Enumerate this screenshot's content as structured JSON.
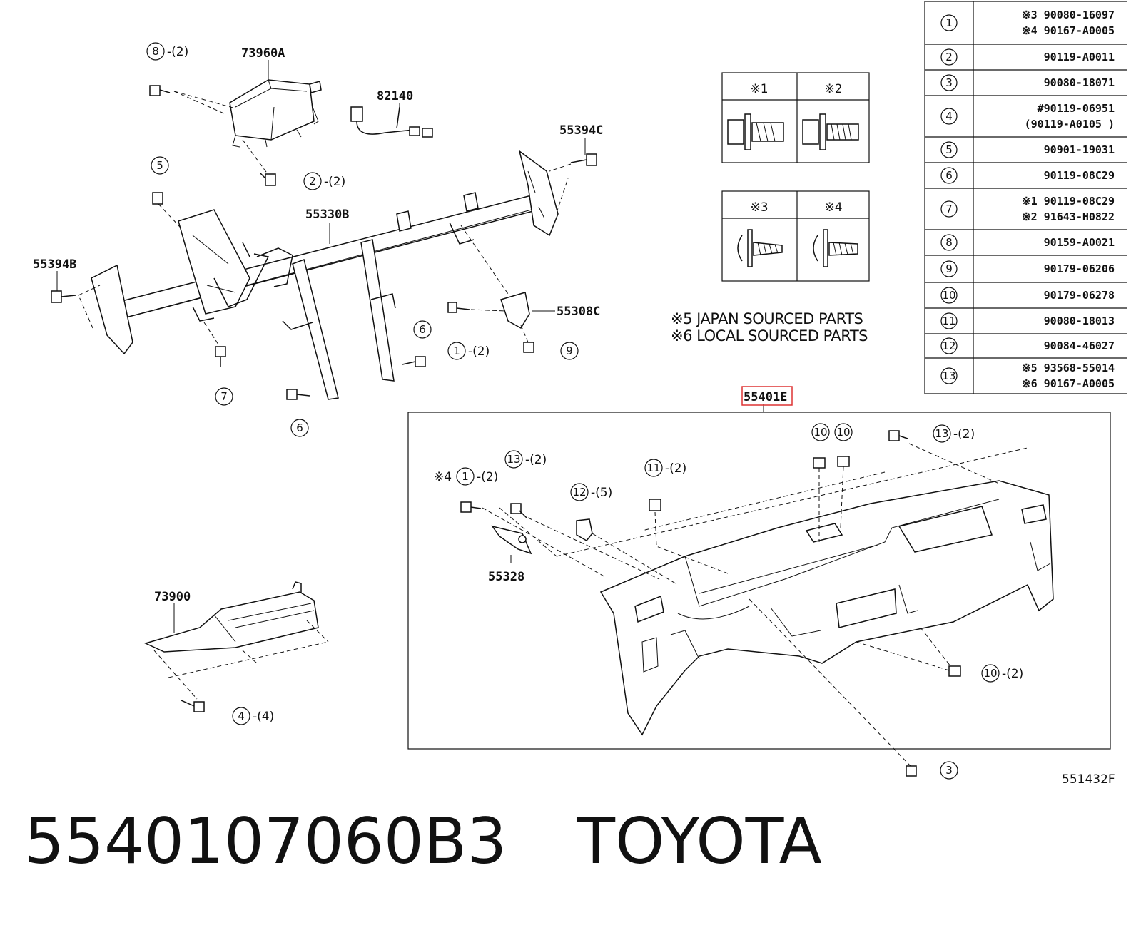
{
  "title": {
    "part_number": "5540107060B3",
    "brand": "TOYOTA"
  },
  "diagram": {
    "figure_code": "551432F",
    "highlight_label": "55401E",
    "part_labels": {
      "p73960A": "73960A",
      "p82140": "82140",
      "p55394C": "55394C",
      "p55330B": "55330B",
      "p55394B": "55394B",
      "p55308C": "55308C",
      "p55328": "55328",
      "p73900": "73900"
    },
    "callouts": [
      {
        "id": "c8",
        "num": "8",
        "qty": "-(2)"
      },
      {
        "id": "c2",
        "num": "2",
        "qty": "-(2)"
      },
      {
        "id": "c5",
        "num": "5",
        "qty": ""
      },
      {
        "id": "c7",
        "num": "7",
        "qty": ""
      },
      {
        "id": "c6a",
        "num": "6",
        "qty": ""
      },
      {
        "id": "c6b",
        "num": "6",
        "qty": ""
      },
      {
        "id": "c1a",
        "num": "1",
        "qty": "-(2)"
      },
      {
        "id": "c9",
        "num": "9",
        "qty": ""
      },
      {
        "id": "c1b",
        "num": "1",
        "qty": "-(2)",
        "prefix": "※4"
      },
      {
        "id": "c13a",
        "num": "13",
        "qty": "-(2)"
      },
      {
        "id": "c12",
        "num": "12",
        "qty": "-(5)"
      },
      {
        "id": "c11",
        "num": "11",
        "qty": "-(2)"
      },
      {
        "id": "c10a",
        "num": "10",
        "qty": ""
      },
      {
        "id": "c10b",
        "num": "10",
        "qty": ""
      },
      {
        "id": "c13b",
        "num": "13",
        "qty": "-(2)"
      },
      {
        "id": "c10c",
        "num": "10",
        "qty": "-(2)"
      },
      {
        "id": "c4",
        "num": "4",
        "qty": "-(4)"
      },
      {
        "id": "c3",
        "num": "3",
        "qty": ""
      }
    ],
    "fastener_legend": [
      {
        "mark": "※1"
      },
      {
        "mark": "※2"
      },
      {
        "mark": "※3"
      },
      {
        "mark": "※4"
      }
    ],
    "notes": [
      "※5 JAPAN SOURCED PARTS",
      "※6 LOCAL SOURCED PARTS"
    ],
    "parts_table": [
      {
        "num": "1",
        "lines": [
          "※3 90080-16097",
          "※4 90167-A0005"
        ]
      },
      {
        "num": "2",
        "lines": [
          "90119-A0011"
        ]
      },
      {
        "num": "3",
        "lines": [
          "90080-18071"
        ]
      },
      {
        "num": "4",
        "lines": [
          "#90119-06951",
          "(90119-A0105 )"
        ]
      },
      {
        "num": "5",
        "lines": [
          "90901-19031"
        ]
      },
      {
        "num": "6",
        "lines": [
          "90119-08C29"
        ]
      },
      {
        "num": "7",
        "lines": [
          "※1 90119-08C29",
          "※2 91643-H0822"
        ]
      },
      {
        "num": "8",
        "lines": [
          "90159-A0021"
        ]
      },
      {
        "num": "9",
        "lines": [
          "90179-06206"
        ]
      },
      {
        "num": "10",
        "lines": [
          "90179-06278"
        ]
      },
      {
        "num": "11",
        "lines": [
          "90080-18013"
        ]
      },
      {
        "num": "12",
        "lines": [
          "90084-46027"
        ]
      },
      {
        "num": "13",
        "lines": [
          "※5 93568-55014",
          "※6 90167-A0005"
        ]
      }
    ]
  }
}
